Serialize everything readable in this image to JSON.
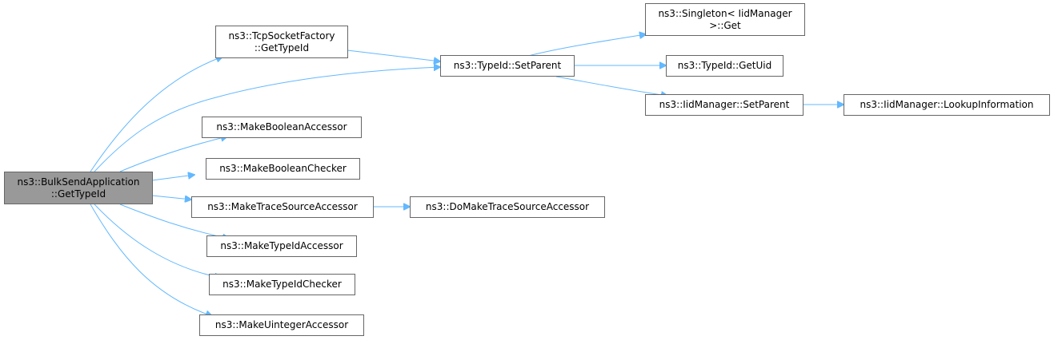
{
  "graph": {
    "root": {
      "line1": "ns3::BulkSendApplication",
      "line2": "::GetTypeId"
    },
    "tcp_factory": {
      "line1": "ns3::TcpSocketFactory",
      "line2": "::GetTypeId"
    },
    "set_parent": "ns3::TypeId::SetParent",
    "singleton_get": {
      "line1": "ns3::Singleton< IidManager",
      "line2": ">::Get"
    },
    "get_uid": "ns3::TypeId::GetUid",
    "iid_set_parent": "ns3::IidManager::SetParent",
    "lookup_information": "ns3::IidManager::LookupInformation",
    "make_boolean_accessor": "ns3::MakeBooleanAccessor",
    "make_boolean_checker": "ns3::MakeBooleanChecker",
    "make_trace_source_accessor": "ns3::MakeTraceSourceAccessor",
    "do_make_trace_source_accessor": "ns3::DoMakeTraceSourceAccessor",
    "make_typeid_accessor": "ns3::MakeTypeIdAccessor",
    "make_typeid_checker": "ns3::MakeTypeIdChecker",
    "make_uinteger_accessor": "ns3::MakeUintegerAccessor"
  },
  "colors": {
    "edge": "#63b8ff",
    "node_border": "#666666",
    "root_fill": "#999999",
    "node_fill": "#ffffff"
  }
}
